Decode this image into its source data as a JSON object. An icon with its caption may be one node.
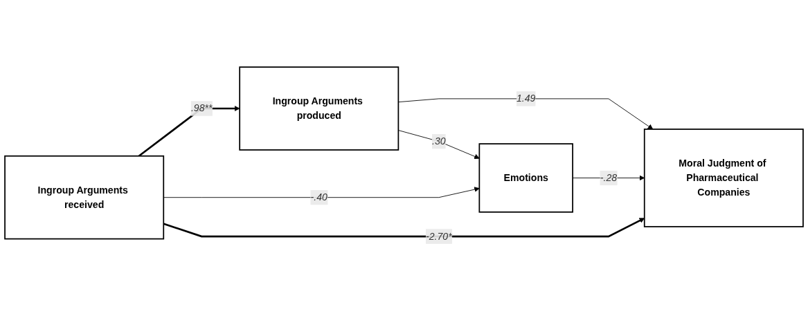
{
  "diagram": {
    "nodes": [
      {
        "text": [
          "Ingroup Arguments received"
        ]
      },
      {
        "text": [
          "Ingroup Arguments produced"
        ]
      },
      {
        "text": [
          "Emotions"
        ]
      },
      {
        "text": [
          "Moral Judgment of Pharmaceutical Companies"
        ]
      }
    ],
    "edges": [
      {
        "from": 0,
        "to": 1,
        "arrow": "to",
        "label": ".98**",
        "style": "thick"
      },
      {
        "from": 1,
        "to": 2,
        "arrow": "to",
        "label": ".30"
      },
      {
        "from": 0,
        "to": 2,
        "arrow": "to",
        "label": "-.40"
      },
      {
        "from": 1,
        "to": 3,
        "arrow": "to",
        "label": "1.49"
      },
      {
        "from": 2,
        "to": 3,
        "arrow": "to",
        "label": "-.28"
      },
      {
        "from": 0,
        "to": 3,
        "arrow": "to",
        "label": "-2.70*",
        "style": "thick"
      }
    ]
  }
}
